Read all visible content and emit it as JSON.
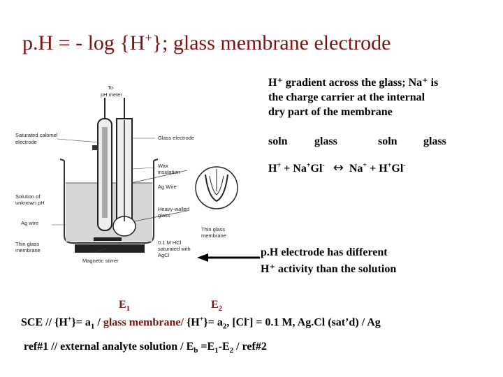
{
  "title": {
    "prefix": "p.H = - log {H",
    "sup": "+",
    "suffix": "}; glass membrane electrode"
  },
  "paragraph": {
    "line1": "H⁺ gradient across the glass; Na⁺ is",
    "line2": "the charge carrier at the internal",
    "line3": "dry part of the membrane"
  },
  "columns": [
    "soln",
    "glass",
    "soln",
    "glass"
  ],
  "reaction": {
    "left_h": "H",
    "plus1": " + Na",
    "gl1": "Gl",
    "arrow": "↔",
    "right_na": " Na",
    "plus2": " + H",
    "gl2": "Gl"
  },
  "note": {
    "line1": "p.H electrode has different",
    "line2": "H⁺ activity than the solution"
  },
  "electrodes": {
    "e1": "E",
    "e1_sub": "1",
    "e2": "E",
    "e2_sub": "2"
  },
  "cell_equation": {
    "part1": "SCE // {H",
    "part2": "}= a",
    "sub1": "1",
    "part3": " / ",
    "glass": "glass membrane/",
    "part4": " {H",
    "part5": "}= a",
    "sub2": "2",
    "part6": ", [Cl",
    "part7": "] = 0.1 M, Ag.Cl (sat’d) / Ag"
  },
  "ref_line": {
    "part1": "ref#1 // external analyte solution / E",
    "sub_b": "b",
    "part2": " =E",
    "sub_1": "1",
    "part3": "-E",
    "sub_2": "2",
    "part4": "  /  ref#2"
  },
  "figure_labels": {
    "to_ph_meter_1": "To",
    "to_ph_meter_2": "pH meter",
    "sce_1": "Saturated calomel",
    "sce_2": "electrode",
    "glass_electrode": "Glass electrode",
    "wax_1": "Wax",
    "wax_2": "insulation",
    "ag_wire_top": "Ag Wire",
    "unknown_1": "Solution of",
    "unknown_2": "unknown pH",
    "ag_wire_left": "Ag wire",
    "heavy_1": "Heavy-walled",
    "heavy_2": "glass",
    "thin_1": "Thin glass",
    "thin_2": "membrane",
    "thin_left_1": "Thin glass",
    "thin_left_2": "membrane",
    "hcl_1": "0.1 M HCl",
    "hcl_2": "saturated with",
    "hcl_3": "AgCl",
    "stirrer": "Magnetic stirrer"
  }
}
